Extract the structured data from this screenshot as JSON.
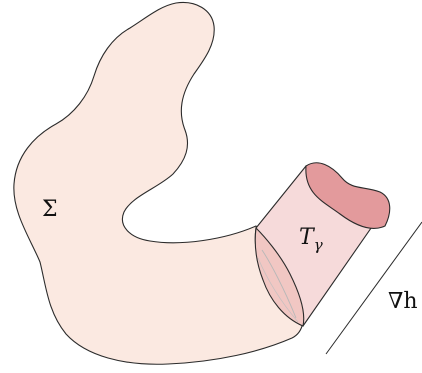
{
  "labels": {
    "surface": "Σ",
    "tube_base": "T",
    "tube_sub": "γ",
    "gradient": "∇h"
  },
  "colors": {
    "surface_fill": "#fbe9e1",
    "tube_fill": "#f6dada",
    "end_cap_fill": "#e39a9c",
    "intersection_fill": "#f1c7c3",
    "stroke": "#2b2b2b"
  }
}
